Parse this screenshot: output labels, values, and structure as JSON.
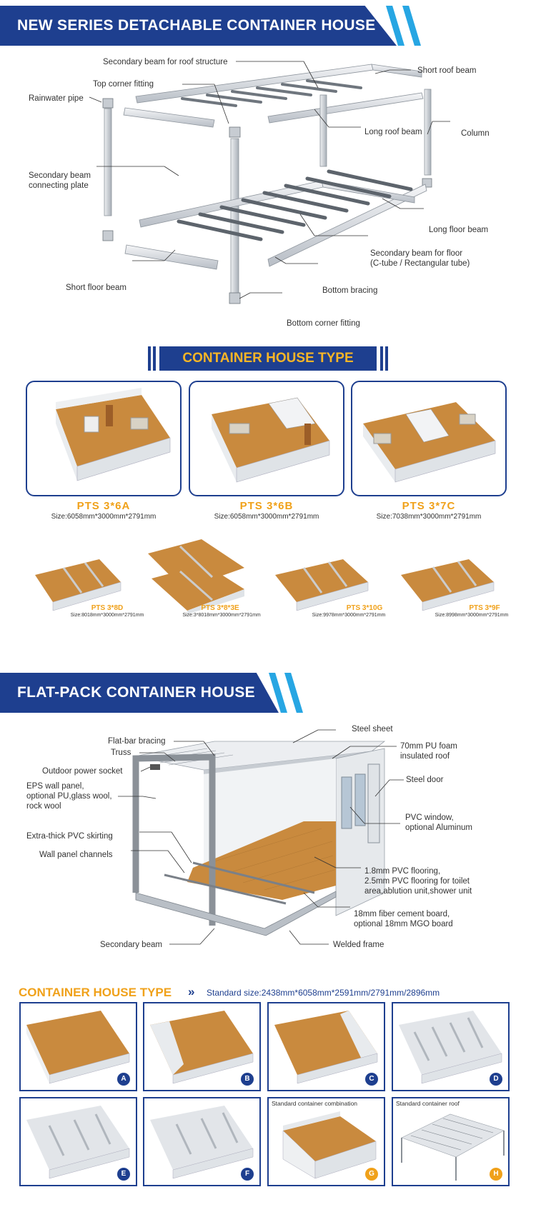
{
  "section1": {
    "title": "NEW SERIES DETACHABLE CONTAINER HOUSE",
    "labels": {
      "secondary_roof": "Secondary beam for roof structure",
      "short_roof": "Short roof beam",
      "top_corner": "Top corner fitting",
      "rainwater": "Rainwater pipe",
      "long_roof": "Long roof beam",
      "column": "Column",
      "sec_connect": "Secondary beam\nconnecting plate",
      "long_floor": "Long floor beam",
      "sec_floor": "Secondary beam for floor\n(C-tube / Rectangular tube)",
      "short_floor": "Short floor beam",
      "bottom_bracing": "Bottom bracing",
      "bottom_corner": "Bottom corner fitting"
    }
  },
  "types1": {
    "header": "CONTAINER HOUSE TYPE",
    "large": [
      {
        "name": "PTS  3*6A",
        "size": "Size:6058mm*3000mm*2791mm"
      },
      {
        "name": "PTS  3*6B",
        "size": "Size:6058mm*3000mm*2791mm"
      },
      {
        "name": "PTS  3*7C",
        "size": "Size:7038mm*3000mm*2791mm"
      }
    ],
    "small": [
      {
        "name": "PTS  3*8D",
        "size": "Size:8018mm*3000mm*2791mm"
      },
      {
        "name": "PTS  3*8*3E",
        "size": "Size:3*8018mm*3000mm*2791mm"
      },
      {
        "name": "PTS  3*10G",
        "size": "Size:9978mm*3000mm*2791mm"
      },
      {
        "name": "PTS  3*9F",
        "size": "Size:8998mm*3000mm*2791mm"
      }
    ]
  },
  "section2": {
    "title": "FLAT-PACK CONTAINER HOUSE",
    "labels": {
      "steel_sheet": "Steel sheet",
      "flat_bar": "Flat-bar bracing",
      "truss": "Truss",
      "pu_roof": "70mm PU foam\ninsulated roof",
      "power": "Outdoor power socket",
      "steel_door": "Steel door",
      "eps": "EPS wall panel,\noptional PU,glass wool,\nrock wool",
      "pvc_window": "PVC window,\noptional Aluminum",
      "skirting": "Extra-thick PVC skirting",
      "channels": "Wall panel channels",
      "flooring": "1.8mm PVC flooring,\n2.5mm PVC flooring for toilet\narea,ablution unit,shower unit",
      "fiber": "18mm fiber cement board,\noptional 18mm MGO board",
      "sec_beam": "Secondary beam",
      "welded": "Welded frame"
    }
  },
  "types2": {
    "title": "CONTAINER HOUSE TYPE",
    "arrow": "»",
    "standard": "Standard size:2438mm*6058mm*2591mm/2791mm/2896mm",
    "cards": [
      {
        "badge": "A"
      },
      {
        "badge": "B"
      },
      {
        "badge": "C"
      },
      {
        "badge": "D"
      },
      {
        "badge": "E"
      },
      {
        "badge": "F"
      },
      {
        "badge": "G",
        "caption": "Standard container combination"
      },
      {
        "badge": "H",
        "caption": "Standard container roof"
      }
    ]
  },
  "colors": {
    "navy": "#1e3f8f",
    "cyan": "#27a6e3",
    "gold": "#f0a11a",
    "floor": "#c98a3e",
    "frame": "#d9dde2"
  }
}
